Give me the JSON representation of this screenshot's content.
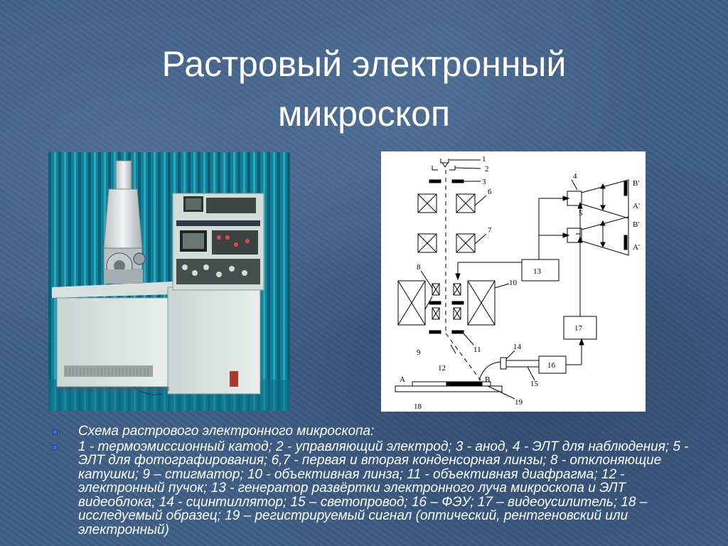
{
  "title": "Растровый электронный микроскоп",
  "bullets": [
    "Схема  растрового  электронного  микроскопа:",
    "1 - термоэмиссионный катод;   2 - управляющий электрод;    3 - анод, 4 - ЭЛТ для наблюдения; 5 - ЭЛТ для фотографирования; 6,7 - первая и вторая конденсорная линзы; 8 - отклоняющие катушки; 9 – стигматор; 10 - объективная линза; 11 - объективная диафрагма; 12 - электронный пучок; 13 - генератор развёртки электронного луча микроскопа и ЭЛТ видеоблока; 14 - сцинтиллятор; 15 – светопровод; 16 – ФЭУ; 17 – видеоусилитель; 18 – исследуемый образец; 19 – регистрируемый сигнал (оптический, рентгеновский или электронный)"
  ],
  "diagram": {
    "labels": {
      "n1": "1",
      "n2": "2",
      "n3": "3",
      "n4": "4",
      "n5": "5",
      "n6": "6",
      "n7": "7",
      "n8": "8",
      "n9": "9",
      "n10": "10",
      "n11": "11",
      "n12": "12",
      "n13": "13",
      "n14": "14",
      "n15": "15",
      "n16": "16",
      "n17": "17",
      "n18": "18",
      "n19": "19",
      "A": "A",
      "B": "B",
      "B1": "B'",
      "A1": "A'",
      "B2": "B'",
      "A2": "A'"
    }
  },
  "colors": {
    "accent_bullet": "#3c6fe0",
    "background": "#3f5f86"
  }
}
